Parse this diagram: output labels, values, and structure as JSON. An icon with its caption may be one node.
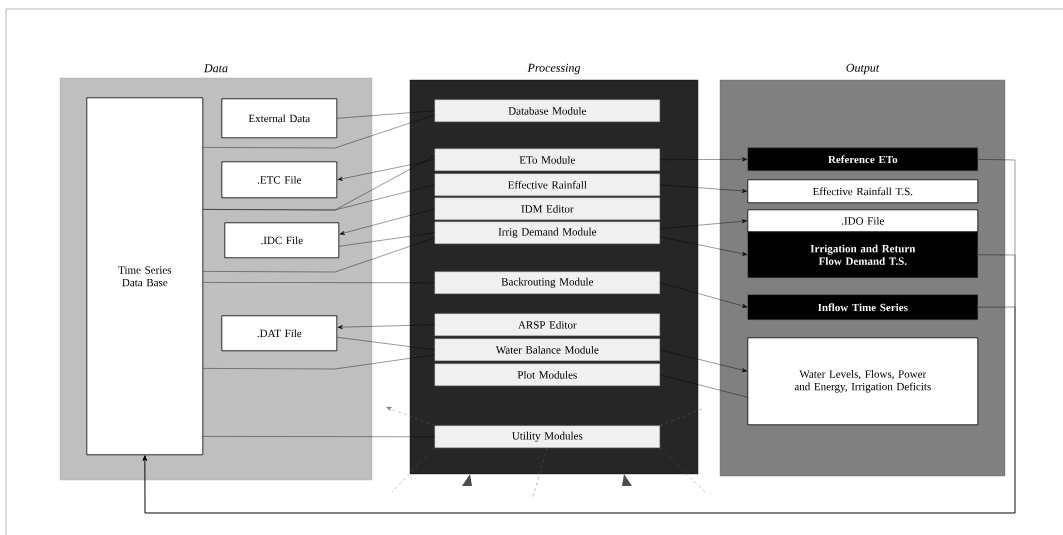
{
  "diagram": {
    "nodes": [
      {
        "text": [
          "Data"
        ]
      },
      {
        "text": [
          "Processing"
        ]
      },
      {
        "text": [
          "Output"
        ]
      },
      {
        "text": [
          "Time Series Data Base"
        ],
        "in": 0
      },
      {
        "text": [
          "External Data"
        ],
        "in": 0
      },
      {
        "text": [
          ".ETC File"
        ],
        "in": 0
      },
      {
        "text": [
          ".IDC File"
        ],
        "in": 0
      },
      {
        "text": [
          ".DAT File"
        ],
        "in": 0
      },
      {
        "text": [
          "Database Module"
        ],
        "in": 1
      },
      {
        "text": [
          "ETo Module"
        ],
        "in": 1
      },
      {
        "text": [
          "Effective Rainfall"
        ],
        "in": 1
      },
      {
        "text": [
          "IDM Editor"
        ],
        "in": 1
      },
      {
        "text": [
          "Irrig Demand Module"
        ],
        "in": 1
      },
      {
        "text": [
          "Backrouting Module"
        ],
        "in": 1
      },
      {
        "text": [
          "ARSP Editor"
        ],
        "in": 1
      },
      {
        "text": [
          "Water Balance Module"
        ],
        "in": 1
      },
      {
        "text": [
          "Plot Modules"
        ],
        "in": 1
      },
      {
        "text": [
          "Utility Modules"
        ],
        "in": 1
      },
      {
        "text": [
          "Reference ETo"
        ],
        "in": 2
      },
      {
        "text": [
          "Effective Rainfall T.S."
        ],
        "in": 2
      },
      {
        "text": [
          ".IDO File"
        ],
        "in": 2
      },
      {
        "text": [
          "Irrigation and Return Flow Demand T.S."
        ],
        "in": 2
      },
      {
        "text": [
          "Inflow Time Series"
        ],
        "in": 2
      },
      {
        "text": [
          "Water Levels, Flows, Power and Energy, Irrigation Deficits"
        ],
        "in": 2
      }
    ],
    "edges": [
      {
        "from": 4,
        "to": 8,
        "arrow": "none"
      },
      {
        "from": 3,
        "to": 8,
        "arrow": "none"
      },
      {
        "from": 9,
        "to": 5,
        "arrow": "to"
      },
      {
        "from": 3,
        "to": 9,
        "arrow": "none"
      },
      {
        "from": 3,
        "to": 10,
        "arrow": "none"
      },
      {
        "from": 11,
        "to": 6,
        "arrow": "to"
      },
      {
        "from": 6,
        "to": 12,
        "arrow": "none"
      },
      {
        "from": 3,
        "to": 12,
        "arrow": "none"
      },
      {
        "from": 3,
        "to": 13,
        "arrow": "none"
      },
      {
        "from": 14,
        "to": 7,
        "arrow": "to"
      },
      {
        "from": 7,
        "to": 15,
        "arrow": "none"
      },
      {
        "from": 3,
        "to": 15,
        "arrow": "none"
      },
      {
        "from": 3,
        "to": 17,
        "arrow": "none"
      },
      {
        "from": 9,
        "to": 18,
        "arrow": "to"
      },
      {
        "from": 10,
        "to": 19,
        "arrow": "to"
      },
      {
        "from": 12,
        "to": 20,
        "arrow": "to"
      },
      {
        "from": 12,
        "to": 21,
        "arrow": "to"
      },
      {
        "from": 13,
        "to": 22,
        "arrow": "to"
      },
      {
        "from": 15,
        "to": 23,
        "arrow": "to"
      },
      {
        "from": 16,
        "to": 23,
        "arrow": "none"
      },
      {
        "from": 18,
        "to": 3,
        "arrow": "to"
      },
      {
        "from": 21,
        "to": 3,
        "arrow": "to"
      },
      {
        "from": 22,
        "to": 3,
        "arrow": "to"
      },
      {
        "from": 17,
        "to": null,
        "arrow": "to",
        "style": "dashed",
        "color": "#666666"
      },
      {
        "from": 17,
        "to": null,
        "arrow": "none",
        "style": "dashed",
        "color": "#666666"
      },
      {
        "from": 17,
        "to": null,
        "arrow": "none",
        "style": "dashed",
        "color": "#666666"
      },
      {
        "from": 17,
        "to": null,
        "arrow": "none",
        "style": "dashed",
        "color": "#666666"
      },
      {
        "from": 17,
        "to": null,
        "arrow": "none",
        "style": "dashed",
        "color": "#666666"
      }
    ]
  }
}
